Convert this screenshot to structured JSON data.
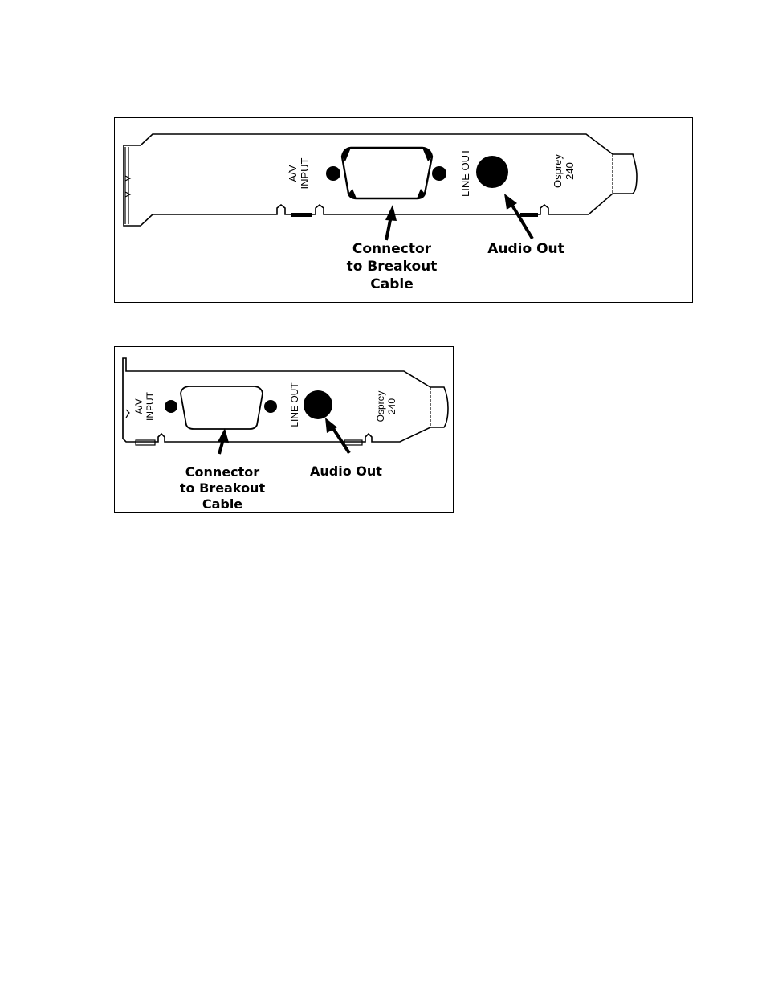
{
  "figures": [
    {
      "id": "full-height",
      "bracket_labels": {
        "av_input": [
          "A/V",
          "INPUT"
        ],
        "line_out": "LINE OUT",
        "model": [
          "Osprey",
          "240"
        ]
      },
      "callouts": {
        "connector": [
          "Connector",
          "to Breakout",
          "Cable"
        ],
        "audio_out": "Audio Out"
      }
    },
    {
      "id": "low-profile",
      "bracket_labels": {
        "av_input": [
          "A/V",
          "INPUT"
        ],
        "line_out": "LINE OUT",
        "model": [
          "Osprey",
          "240"
        ]
      },
      "callouts": {
        "connector": [
          "Connector",
          "to Breakout",
          "Cable"
        ],
        "audio_out": "Audio Out"
      }
    }
  ],
  "colors": {
    "ink": "#000000",
    "paper": "#ffffff"
  }
}
